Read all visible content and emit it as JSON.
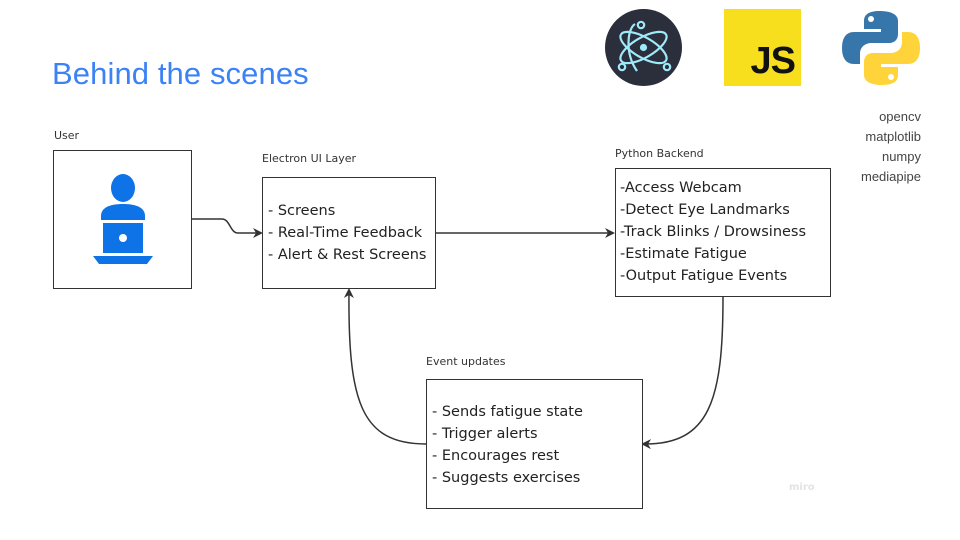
{
  "slide": {
    "title": "Behind the scenes"
  },
  "logos": [
    {
      "name": "electron-logo",
      "bg": "#2b2e3b",
      "accent": "#9feaf9"
    },
    {
      "name": "javascript-logo",
      "text": "JS",
      "bg": "#f7df1e"
    },
    {
      "name": "python-logo",
      "colors": [
        "#3776ab",
        "#ffd43b"
      ]
    }
  ],
  "libraries": [
    "opencv",
    "matplotlib",
    "numpy",
    "mediapipe"
  ],
  "diagram": {
    "user": {
      "label": "User",
      "icon": "user-with-laptop-icon",
      "icon_color": "#0f73e8"
    },
    "electron": {
      "label": "Electron UI Layer",
      "items": [
        "- Screens",
        "- Real-Time Feedback",
        "- Alert & Rest Screens"
      ]
    },
    "python": {
      "label": "Python Backend",
      "items": [
        "-Access Webcam",
        "-Detect Eye Landmarks",
        "-Track Blinks / Drowsiness",
        "-Estimate Fatigue",
        "-Output Fatigue Events"
      ]
    },
    "events": {
      "label": "Event updates",
      "items": [
        "- Sends fatigue state",
        "- Trigger alerts",
        "- Encourages rest",
        "- Suggests exercises"
      ]
    },
    "connections": [
      {
        "from": "user",
        "to": "electron"
      },
      {
        "from": "electron",
        "to": "python"
      },
      {
        "from": "python",
        "to": "events"
      },
      {
        "from": "events",
        "to": "electron"
      }
    ]
  },
  "watermark": "miro"
}
